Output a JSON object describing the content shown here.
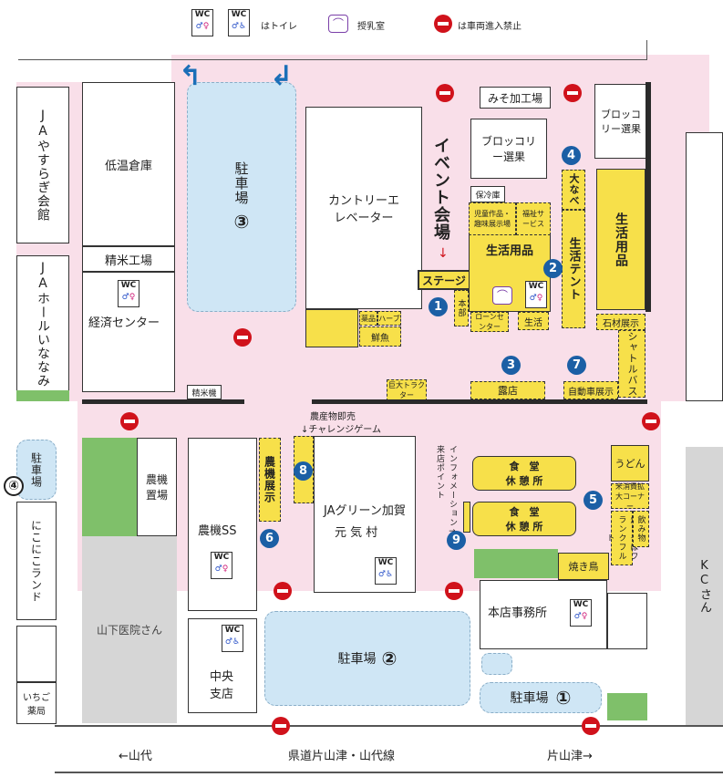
{
  "legend": {
    "toilet_icon": "WC",
    "toilet_label": "はトイレ",
    "nursing_label": "授乳室",
    "no_entry_label": "は車両進入禁止"
  },
  "buildings": {
    "teion": "低温倉庫",
    "seimai": "精米工場",
    "keizai": "経済センター",
    "ja_yasuragi": "JAやすらぎ会館",
    "ja_hall": "JAホールいななみ",
    "country": "カントリーエレベーター",
    "event": "イベント会場",
    "stage": "ステージ",
    "honbu": "本部",
    "miso": "みそ加工場",
    "broccoli1": "ブロッコリー選果",
    "broccoli2": "ブロッコリー選果",
    "horei": "保冷庫",
    "jidou": "児童作品・趣味展示場",
    "fukushi": "福祉サービス",
    "seikatsu_yohin": "生活用品",
    "seikatsu_yohin2": "生活用品",
    "onabe": "大なべ",
    "seikatsu_tent": "生活テント",
    "loan": "ローンセンター",
    "seikatsu": "生活",
    "yakuhin": "薬品",
    "harb": "ハーブ",
    "sengyo": "鮮魚",
    "sekizai": "石材展示",
    "shuttle": "シャトルバス",
    "kyodai": "巨大トラクター",
    "roten": "露店",
    "jidosha": "自動車展示",
    "seimaiki": "精米機",
    "nosan": "農産物即売",
    "challenge": "↓チャレンジゲーム",
    "noki_oki": "農機置場",
    "noki_ten": "農機展示",
    "noki_ss": "農機SS",
    "ja_green": "JAグリーン加賀",
    "genki": "元 気 村",
    "info": "インフォメーション→",
    "raiten": "来店ポイント",
    "shokudo1_a": "食　堂",
    "shokudo1_b": "休 憩 所",
    "shokudo2_a": "食　堂",
    "shokudo2_b": "休 憩 所",
    "udon": "うどん",
    "beikoku": "米消費拡大コーナー",
    "yakisoba": "焼きそばフランクフルト",
    "nomimono": "飲み物",
    "yakitori": "焼き鳥",
    "honten": "本店事務所",
    "chuo": "中央支店",
    "yamashita": "山下医院さん",
    "ichigo": "いちご薬局",
    "nikoniko": "にこにこランド",
    "kc": "KCさん"
  },
  "parking": {
    "p1": "駐車場",
    "p2": "駐車場",
    "p3": "駐車場",
    "p4": "駐車場",
    "n1": "①",
    "n2": "②",
    "n3": "③",
    "n4": "④"
  },
  "markers": [
    "1",
    "2",
    "3",
    "4",
    "5",
    "6",
    "7",
    "8",
    "9"
  ],
  "roads": {
    "west": "←山代",
    "main": "県道片山津・山代線",
    "east": "片山津→"
  },
  "colors": {
    "pink": "#f7d9e6",
    "yellow": "#f7e04a",
    "parking": "#cfe6f5",
    "green": "#7fc06a",
    "marker": "#1b5fa5",
    "no_entry": "#d0121b"
  }
}
